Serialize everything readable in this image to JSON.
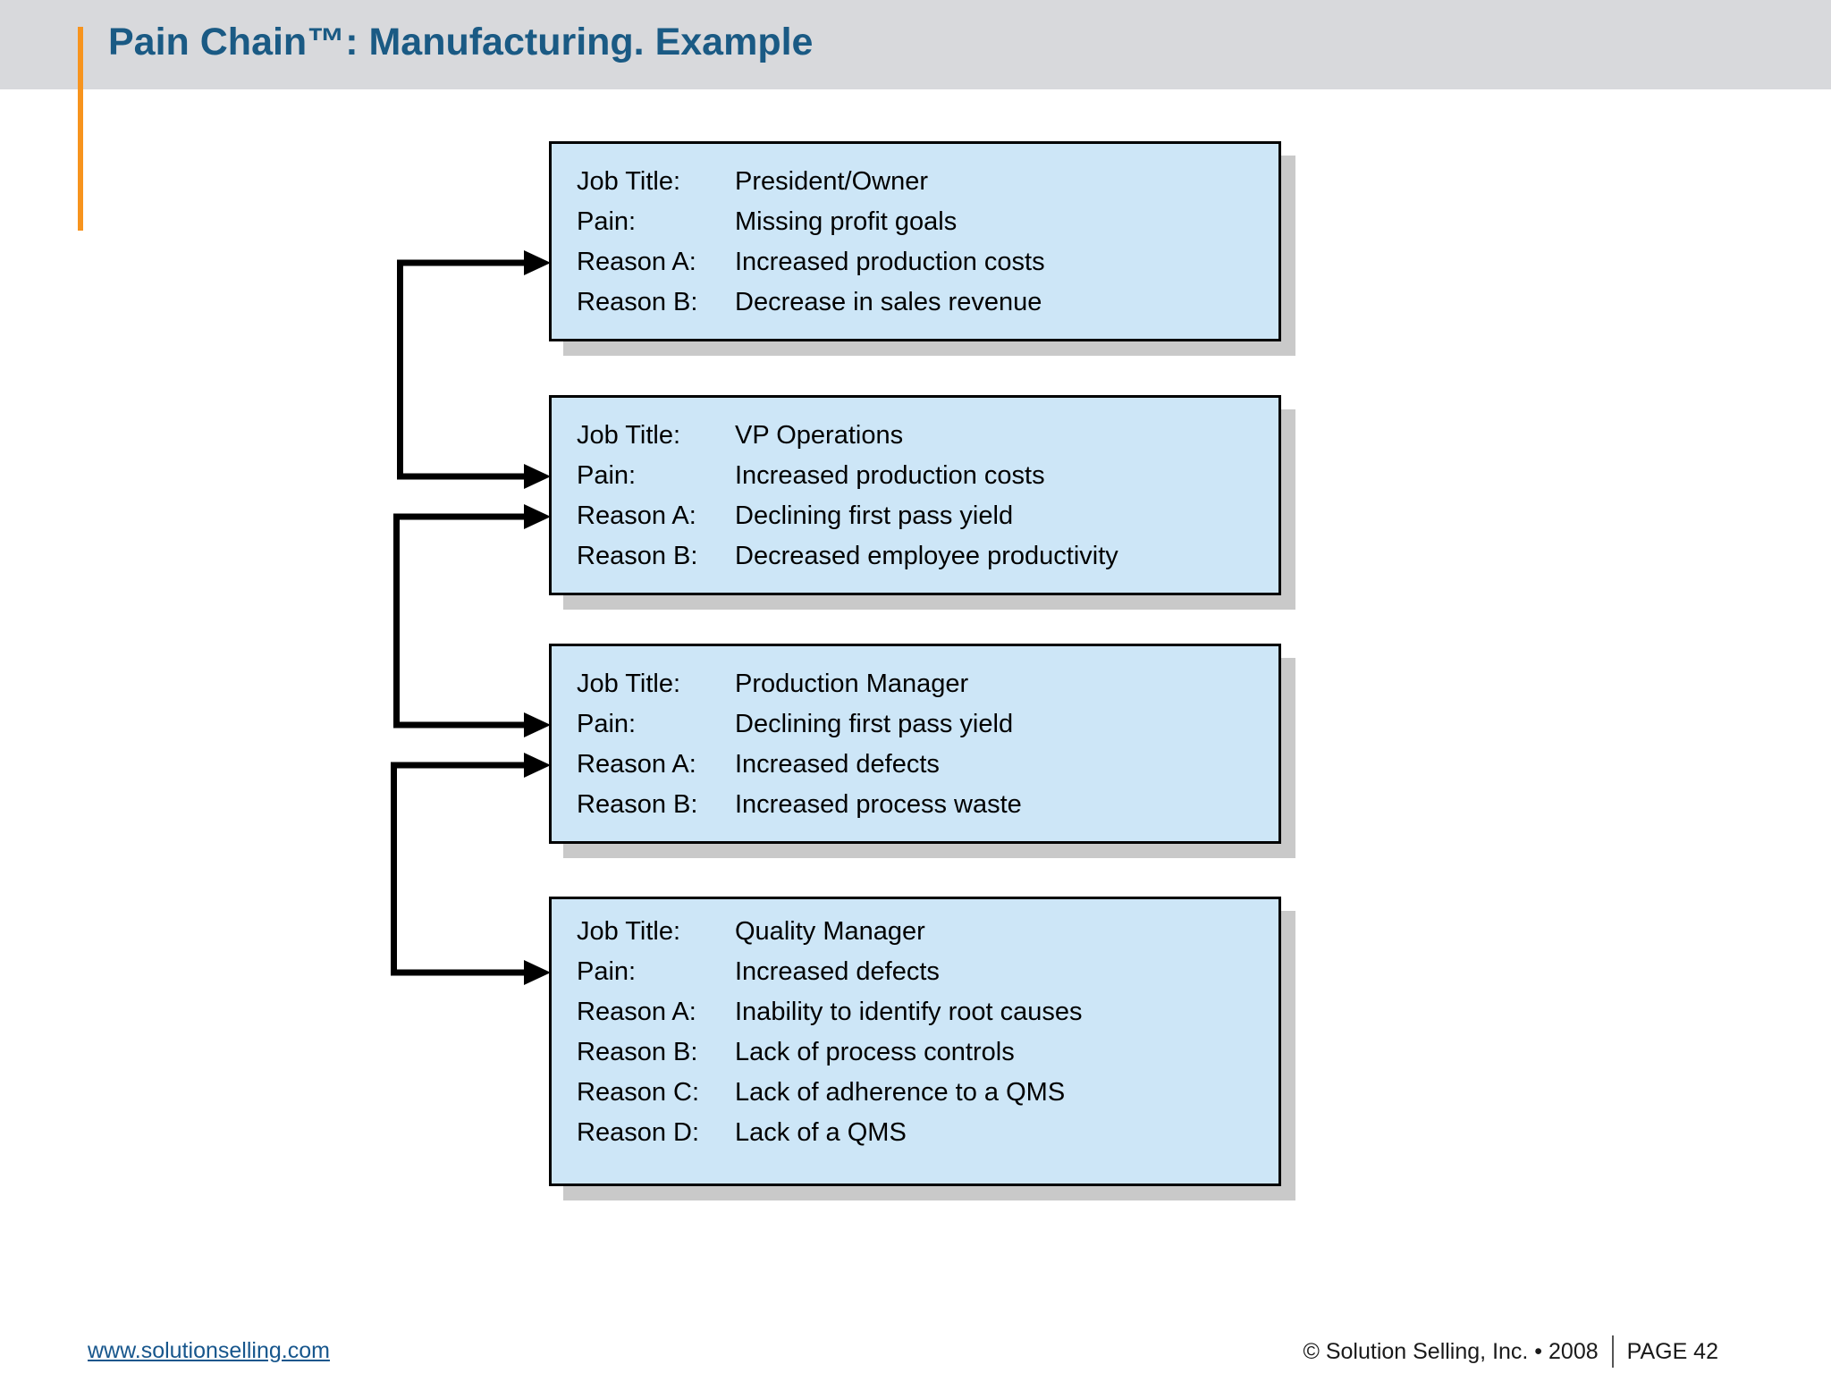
{
  "slide": {
    "title": "Pain Chain™: Manufacturing. Example",
    "boxes": [
      {
        "rows": [
          {
            "label": "Job Title:",
            "value": "President/Owner"
          },
          {
            "label": "Pain:",
            "value": "Missing profit goals"
          },
          {
            "label": "Reason A:",
            "value": "Increased production costs"
          },
          {
            "label": "Reason B:",
            "value": "Decrease in sales revenue"
          }
        ]
      },
      {
        "rows": [
          {
            "label": "Job Title:",
            "value": "VP Operations"
          },
          {
            "label": "Pain:",
            "value": "Increased production costs"
          },
          {
            "label": "Reason A:",
            "value": "Declining first pass yield"
          },
          {
            "label": "Reason B:",
            "value": "Decreased employee productivity"
          }
        ]
      },
      {
        "rows": [
          {
            "label": "Job Title:",
            "value": "Production Manager"
          },
          {
            "label": "Pain:",
            "value": "Declining first pass yield"
          },
          {
            "label": "Reason A:",
            "value": "Increased defects"
          },
          {
            "label": "Reason B:",
            "value": "Increased process waste"
          }
        ]
      },
      {
        "rows": [
          {
            "label": "Job Title:",
            "value": "Quality Manager"
          },
          {
            "label": "Pain:",
            "value": "Increased defects"
          },
          {
            "label": "Reason A:",
            "value": "Inability to identify root causes"
          },
          {
            "label": "Reason B:",
            "value": "Lack of process controls"
          },
          {
            "label": "Reason C:",
            "value": "Lack of adherence to a QMS"
          },
          {
            "label": "Reason D:",
            "value": "Lack of a QMS"
          }
        ]
      }
    ],
    "connections": [
      {
        "from": "box-1 Reason A",
        "to": "box-2 Pain"
      },
      {
        "from": "box-2 Reason A",
        "to": "box-3 Pain"
      },
      {
        "from": "box-3 Reason A",
        "to": "box-4 Pain"
      }
    ],
    "footer": {
      "link": "www.solutionselling.com",
      "copyright": "© Solution Selling, Inc. • 2008",
      "page": "PAGE 42"
    },
    "colors": {
      "title_blue": "#1a5a84",
      "header_band_gray": "#d8d9dc",
      "accent_orange": "#f7941e",
      "box_fill_blue": "#cde6f7",
      "box_border": "#000000",
      "box_shadow_gray": "#c9c9c9",
      "arrow_black": "#000000",
      "link_blue": "#17568c"
    }
  }
}
